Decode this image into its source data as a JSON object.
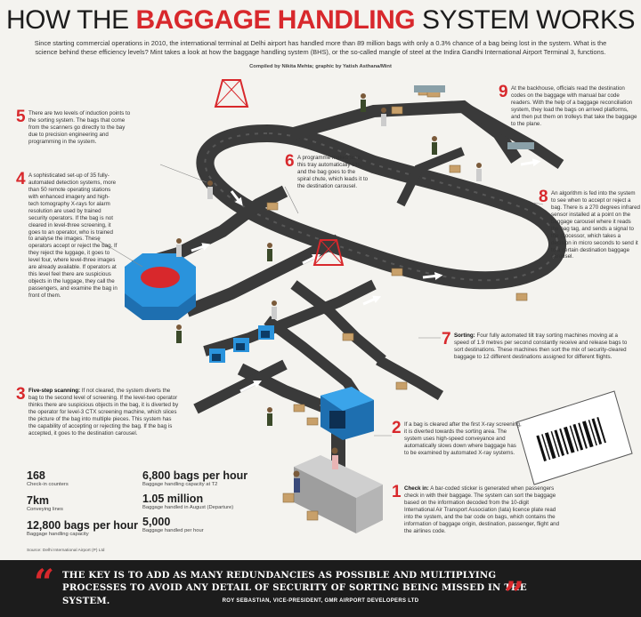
{
  "header": {
    "title_pre": "HOW THE ",
    "title_highlight": "BAGGAGE HANDLING",
    "title_post": " SYSTEM WORKS",
    "intro": "Since starting commercial operations in 2010, the international terminal at Delhi airport has handled more than 89 million bags with only a 0.3% chance of a bag being lost in the system. What is the science behind these efficiency levels? Mint takes a look at how the baggage handling system (BHS), or the so-called mangle of steel at the Indira Gandhi International Airport Terminal 3, functions.",
    "credit": "Compiled by Nikita Mehta; graphic by Yatish Asthana/Mint"
  },
  "steps": [
    {
      "num": "1",
      "lead": "Check in:",
      "text": " A bar-coded sticker is generated when passengers check in with their baggage. The system can sort the baggage based on the information decoded from the 10-digit International Air Transport Association (Iata) licence plate read into the system, and the bar code on bags, which contains the information of baggage origin, destination, passenger, flight and the airlines code."
    },
    {
      "num": "2",
      "lead": "",
      "text": "If a bag is cleared after the first X-ray screening, it is diverted towards the sorting area. The system uses high-speed conveyance and automatically slows down where baggage has to be examined by automated X-ray systems."
    },
    {
      "num": "3",
      "lead": "Five-step scanning:",
      "text": " If not cleared, the system diverts the bag to the second level of screening. If the level-two operator thinks there are suspicious objects in the bag, it is diverted by the operator for level-3 CTX screening machine, which slices the picture of the bag into multiple pieces. This system has the capability of accepting or rejecting the bag. If the bag is accepted, it goes to the destination carousel."
    },
    {
      "num": "4",
      "lead": "",
      "text": "A sophisticated set-up of 35 fully-automated detection systems, more than 50 remote operating stations with enhanced imagery and high-tech tomography X-rays for alarm resolution are used by trained security operators. If the bag is not cleared in level-three screening, it goes to an operator, who is trained to analyse the images. These operators accept or reject the bag. If they reject the luggage, it goes to level four, where level-three images are already available. If operators at this level feel there are suspicious objects in the luggage, they call the passengers, and examine the bag in front of them."
    },
    {
      "num": "5",
      "lead": "",
      "text": "There are two levels of induction points to the sorting system. The bags that come from the scanners go directly to the bay due to precision engineering and programming in the system."
    },
    {
      "num": "6",
      "lead": "",
      "text": "A programme makes sure this tray automatically tilts, and the bag goes to the spiral chute, which leads it to the destination carousel."
    },
    {
      "num": "7",
      "lead": "Sorting:",
      "text": " Four fully automated tilt tray sorting machines moving at a speed of 1.9 metres per second constantly receive and release bags to sort destinations. These machines then sort the mix of security-cleared baggage to 12 different destinations assigned for different flights."
    },
    {
      "num": "8",
      "lead": "",
      "text": "An algorithm is fed into the system to see when to accept or reject a bag. There is a 270 degrees infrared sensor installed at a point on the baggage carousel where it reads the bag tag, and sends a signal to the processor, which takes a decision in micro seconds to send it to a certain destination baggage carousel."
    },
    {
      "num": "9",
      "lead": "",
      "text": "At the backhouse, officials read the destination codes on the baggage with manual bar code readers. With the help of a baggage reconciliation system, they load the bags on arrived platforms, and then put them on trolleys that take the baggage to the plane."
    }
  ],
  "stats": [
    {
      "value": "168",
      "label": "Check-in counters"
    },
    {
      "value": "7km",
      "label": "Conveying lines"
    },
    {
      "value": "12,800 bags per hour",
      "label": "Baggage handling capacity"
    },
    {
      "value": "6,800 bags per hour",
      "label": "Baggage handling capacity at T2"
    },
    {
      "value": "1.05 million",
      "label": "Baggage handled in August (Departure)"
    },
    {
      "value": "5,000",
      "label": "Baggage handled per hour"
    }
  ],
  "source": "Source: Delhi International Airport (P) Ltd",
  "quote": {
    "open_mark": "“",
    "close_mark": "”",
    "text": "THE KEY IS TO ADD AS MANY REDUNDANCIES AS POSSIBLE AND MULTIPLYING PROCESSES TO AVOID ANY DETAIL OF SECURITY OF SORTING BEING MISSED IN THE SYSTEM.",
    "attribution": "ROY SEBASTIAN, VICE-PRESIDENT, GMR AIRPORT DEVELOPERS LTD"
  },
  "colors": {
    "accent": "#d8282c",
    "conveyor": "#3a3a3a",
    "scanner": "#1e88d6",
    "background": "#f4f3ef"
  }
}
